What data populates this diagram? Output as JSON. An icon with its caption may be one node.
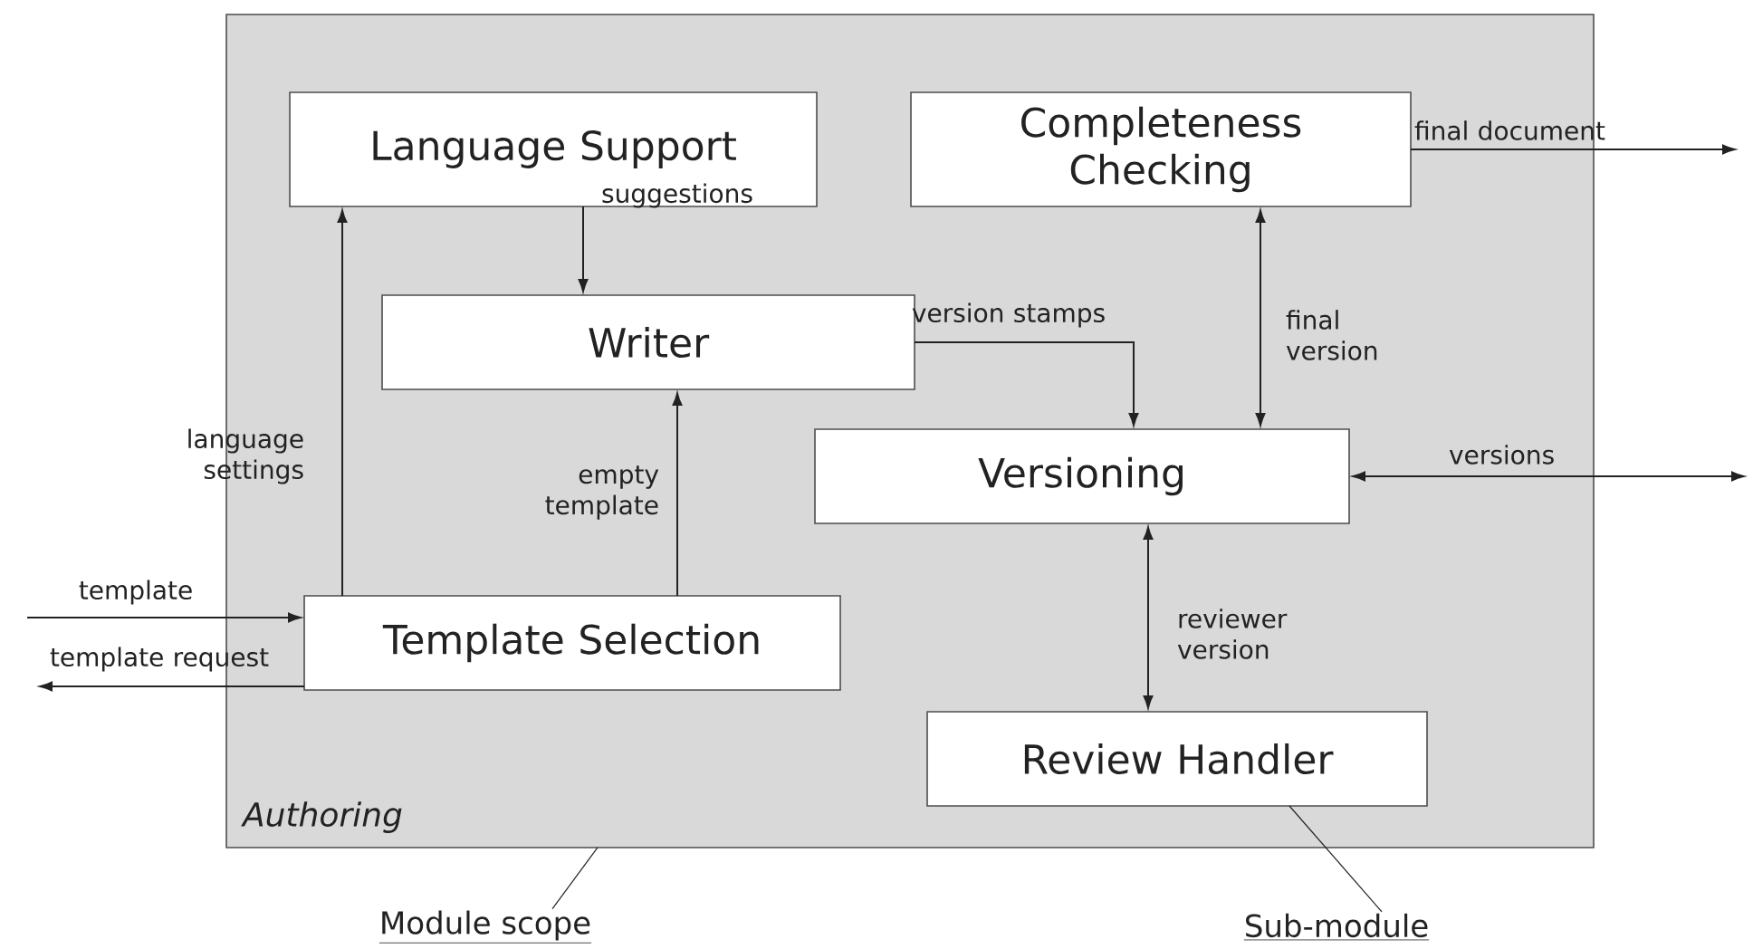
{
  "diagram": {
    "nodes": [
      {
        "text": [
          "Authoring"
        ]
      },
      {
        "text": [
          "Language Support"
        ],
        "in": 0
      },
      {
        "text": [
          "Completeness Checking"
        ],
        "in": 0
      },
      {
        "text": [
          "Writer"
        ],
        "in": 0
      },
      {
        "text": [
          "Versioning"
        ],
        "in": 0
      },
      {
        "text": [
          "Template Selection"
        ],
        "in": 0
      },
      {
        "text": [
          "Review Handler"
        ],
        "in": 0
      },
      {
        "text": [
          "Module scope"
        ]
      },
      {
        "text": [
          "Sub-module"
        ]
      }
    ],
    "edges": [
      {
        "from": 1,
        "to": 3,
        "arrow": "to",
        "label": "suggestions"
      },
      {
        "from": 5,
        "to": 1,
        "arrow": "to",
        "label": "language settings"
      },
      {
        "from": 5,
        "to": 3,
        "arrow": "to",
        "label": "empty template"
      },
      {
        "from": 3,
        "to": 4,
        "arrow": "to",
        "label": "version stamps"
      },
      {
        "from": 4,
        "to": 2,
        "arrow": "both",
        "label": "final version"
      },
      {
        "from": 2,
        "to": null,
        "arrow": "to",
        "label": "final document"
      },
      {
        "from": 4,
        "to": null,
        "arrow": "both",
        "label": "versions"
      },
      {
        "from": null,
        "to": 5,
        "arrow": "to",
        "label": "template"
      },
      {
        "from": 5,
        "to": null,
        "arrow": "to",
        "label": "template request"
      },
      {
        "from": 4,
        "to": 6,
        "arrow": "both",
        "label": "reviewer version"
      },
      {
        "from": 7,
        "to": 0,
        "arrow": "none"
      },
      {
        "from": 8,
        "to": 6,
        "arrow": "none"
      }
    ]
  }
}
